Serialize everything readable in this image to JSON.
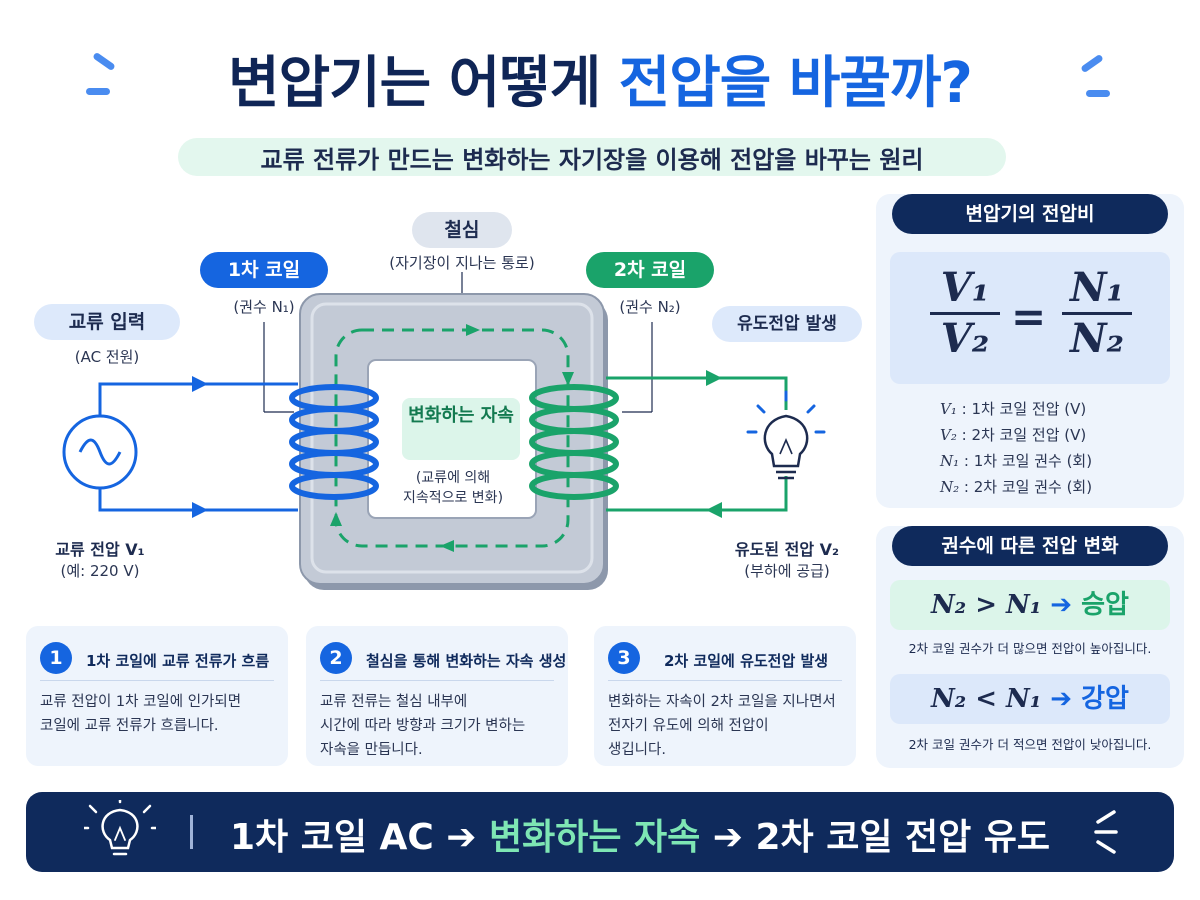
{
  "title": {
    "part1": "변압기는 어떻게 ",
    "part2": "전압을 바꿀까?"
  },
  "subtitle": "교류 전류가 만드는 변화하는 자기장을 이용해 전압을 바꾸는 원리",
  "diagram": {
    "core_label": "철심",
    "core_note": "(자기장이 지나는 통로)",
    "primary_label": "1차 코일",
    "primary_note": "(권수 N₁)",
    "secondary_label": "2차 코일",
    "secondary_note": "(권수 N₂)",
    "ac_input_label": "교류 입력",
    "ac_input_note": "(AC 전원)",
    "induced_label": "유도전압 발생",
    "flux_title": "변화하는 자속",
    "flux_note_1": "(교류에 의해",
    "flux_note_2": "지속적으로 변화)",
    "input_voltage": "교류 전압 V₁",
    "input_example": "(예: 220 V)",
    "output_voltage": "유도된 전압 V₂",
    "output_note": "(부하에 공급)"
  },
  "ratio_panel": {
    "header": "변압기의 전압비",
    "formula": {
      "v1": "V₁",
      "v2": "V₂",
      "eq": "=",
      "n1": "N₁",
      "n2": "N₂"
    },
    "legend": [
      {
        "sym": "V₁",
        "desc": " : 1차 코일 전압 (V)"
      },
      {
        "sym": "V₂",
        "desc": " : 2차 코일 전압 (V)"
      },
      {
        "sym": "N₁",
        "desc": " : 1차 코일 권수 (회)"
      },
      {
        "sym": "N₂",
        "desc": " : 2차 코일 권수 (회)"
      }
    ]
  },
  "turns_panel": {
    "header": "권수에 따른 전압 변화",
    "step_up": {
      "expr": "N₂ > N₁",
      "arrow": "➔",
      "result": "승압",
      "desc": "2차 코일 권수가 더 많으면 전압이 높아집니다."
    },
    "step_down": {
      "expr": "N₂ < N₁",
      "arrow": "➔",
      "result": "강압",
      "desc": "2차 코일 권수가 더 적으면 전압이 낮아집니다."
    }
  },
  "steps": [
    {
      "num": "1",
      "title": "1차 코일에 교류 전류가 흐름",
      "body": [
        "교류 전압이 1차 코일에 인가되면",
        "코일에 교류 전류가 흐릅니다."
      ]
    },
    {
      "num": "2",
      "title": "철심을 통해 변화하는 자속 생성",
      "body": [
        "교류 전류는 철심 내부에",
        "시간에 따라 방향과 크기가 변하는",
        "자속을 만듭니다."
      ]
    },
    {
      "num": "3",
      "title": "2차 코일에 유도전압 발생",
      "body": [
        "변화하는 자속이 2차 코일을 지나면서",
        "전자기 유도에 의해 전압이",
        "생깁니다."
      ]
    }
  ],
  "footer": {
    "part1": "1차 코일 AC ➔ ",
    "part2": "변화하는 자속",
    "part3": " ➔ 2차 코일 전압 유도"
  },
  "colors": {
    "navy": "#0f2a5c",
    "blue": "#1565e0",
    "green": "#1aa36a",
    "core": "#b9c2d0"
  }
}
